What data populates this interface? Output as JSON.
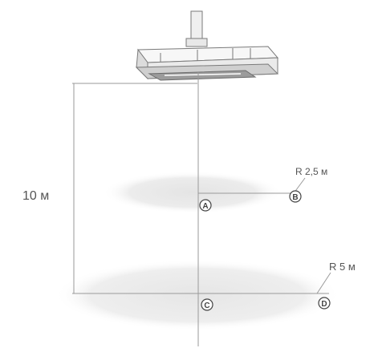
{
  "height_label": "10 м",
  "upper_radius_label": "R 2,5 м",
  "lower_radius_label": "R 5 м",
  "points": {
    "a": "A",
    "b": "B",
    "c": "C",
    "d": "D"
  },
  "colors": {
    "line": "#9a9a9a",
    "fixture": "#8a8a8a",
    "light_spot": "#e6e6e6",
    "text": "#555555"
  }
}
